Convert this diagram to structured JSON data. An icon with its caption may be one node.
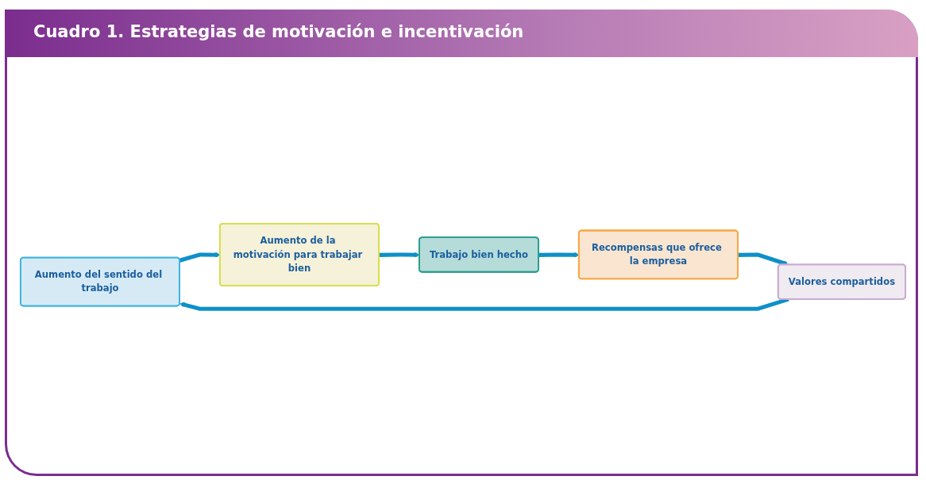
{
  "diagram": {
    "title": "Cuadro 1. Estrategias de motivación e incentivación",
    "nodes": [
      {
        "text": [
          "Aumento del sentido del trabajo"
        ]
      },
      {
        "text": [
          "Aumento de la motivación para trabajar bien"
        ]
      },
      {
        "text": [
          "Trabajo bien hecho"
        ]
      },
      {
        "text": [
          "Recompensas que ofrece la empresa"
        ]
      },
      {
        "text": [
          "Valores compartidos"
        ]
      }
    ],
    "edges": [
      {
        "from": 4,
        "to": 0,
        "arrow": "to"
      },
      {
        "from": 0,
        "to": 1,
        "arrow": "to"
      },
      {
        "from": 1,
        "to": 2,
        "arrow": "to"
      },
      {
        "from": 2,
        "to": 3,
        "arrow": "to"
      },
      {
        "from": 3,
        "to": 4,
        "arrow": "to"
      }
    ]
  }
}
